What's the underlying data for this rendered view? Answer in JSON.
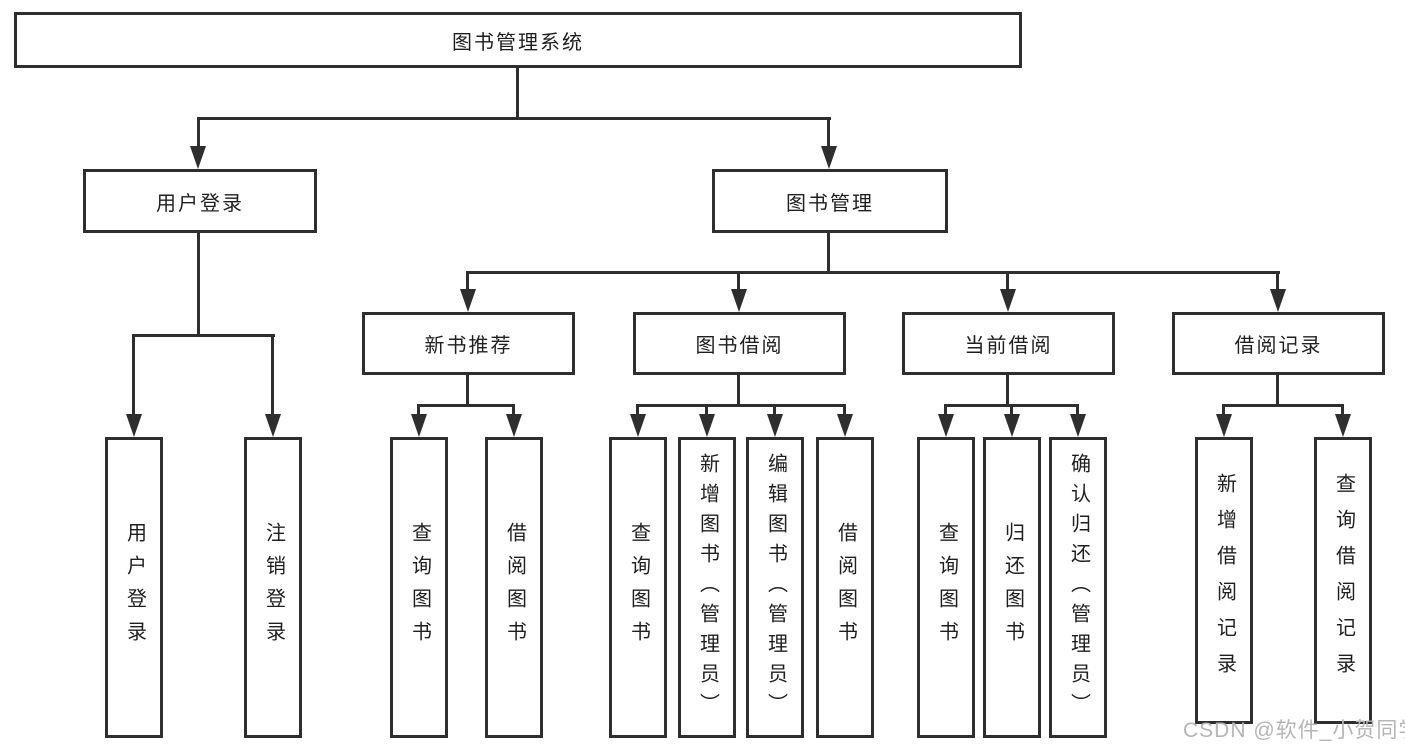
{
  "tree": {
    "root": {
      "label": "图书管理系统"
    },
    "children": [
      {
        "label": "用户登录",
        "children": [
          {
            "label": "用户登录"
          },
          {
            "label": "注销登录"
          }
        ]
      },
      {
        "label": "图书管理",
        "children": [
          {
            "label": "新书推荐",
            "children": [
              {
                "label": "查询图书"
              },
              {
                "label": "借阅图书"
              }
            ]
          },
          {
            "label": "图书借阅",
            "children": [
              {
                "label": "查询图书"
              },
              {
                "label": "新增图书（管理员）"
              },
              {
                "label": "编辑图书（管理员）"
              },
              {
                "label": "借阅图书"
              }
            ]
          },
          {
            "label": "当前借阅",
            "children": [
              {
                "label": "查询图书"
              },
              {
                "label": "归还图书"
              },
              {
                "label": "确认归还（管理员）"
              }
            ]
          },
          {
            "label": "借阅记录",
            "children": [
              {
                "label": "新增借阅记录"
              },
              {
                "label": "查询借阅记录"
              }
            ]
          }
        ]
      }
    ]
  },
  "watermark": {
    "text": "CSDN @软件_小贺同学"
  },
  "colors": {
    "line": "#2e2e2e",
    "text": "#1f1f1f",
    "background": "#ffffff",
    "watermark": "#b5b5b5"
  }
}
